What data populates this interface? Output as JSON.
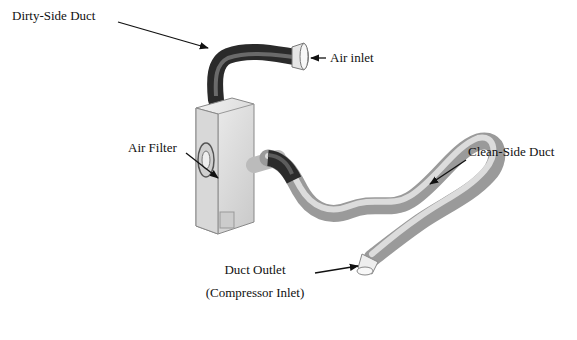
{
  "diagram": {
    "labels": [
      "Dirty-Side Duct",
      "Air inlet",
      "Air Filter",
      "Clean-Side Duct",
      "Duct Outlet (Compressor Inlet)"
    ]
  }
}
